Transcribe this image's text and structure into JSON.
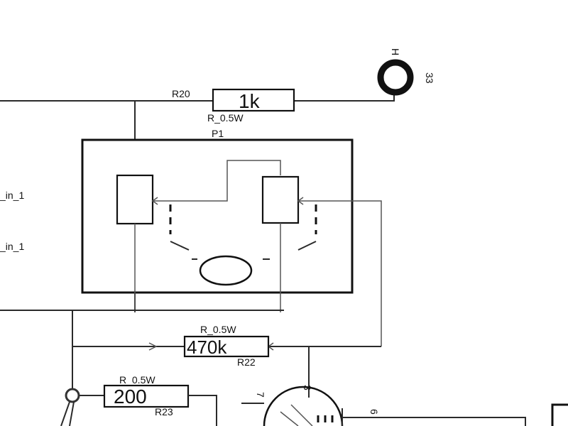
{
  "diagram": {
    "r20": {
      "ref": "R20",
      "value": "1k",
      "type": "R_0.5W"
    },
    "p1": {
      "ref": "P1"
    },
    "r22": {
      "ref": "R22",
      "value": "470k",
      "type": "R_0.5W"
    },
    "r23": {
      "ref": "R23",
      "value": "200",
      "type": "R_0.5W"
    },
    "connector": {
      "top_label": "H",
      "side_label": "33"
    },
    "nets": {
      "in_top": "_in_1",
      "in_bottom": "_in_1"
    },
    "tube": {
      "pin_left": "7",
      "pin_top": "3",
      "pin_right": "6"
    }
  }
}
